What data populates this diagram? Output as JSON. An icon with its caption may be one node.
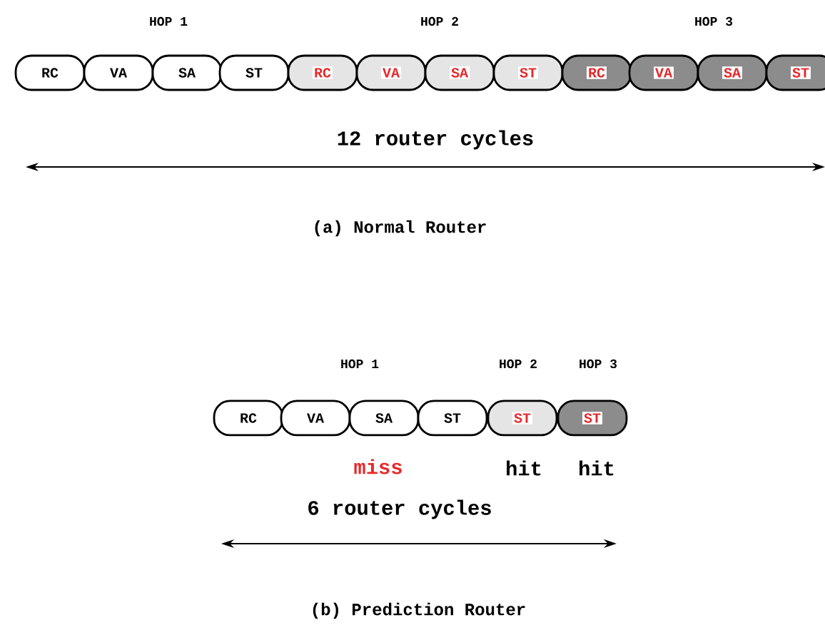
{
  "diagram": {
    "nodes": [
      {
        "text": [
          "RC"
        ]
      },
      {
        "text": [
          "VA"
        ]
      },
      {
        "text": [
          "SA"
        ]
      },
      {
        "text": [
          "ST"
        ]
      },
      {
        "text": [
          "RC"
        ]
      },
      {
        "text": [
          "VA"
        ]
      },
      {
        "text": [
          "SA"
        ]
      },
      {
        "text": [
          "ST"
        ]
      },
      {
        "text": [
          "RC"
        ]
      },
      {
        "text": [
          "VA"
        ]
      },
      {
        "text": [
          "SA"
        ]
      },
      {
        "text": [
          "ST"
        ]
      },
      {
        "text": [
          "RC"
        ]
      },
      {
        "text": [
          "VA"
        ]
      },
      {
        "text": [
          "SA"
        ]
      },
      {
        "text": [
          "ST"
        ]
      },
      {
        "text": [
          "ST"
        ]
      },
      {
        "text": [
          "ST"
        ]
      }
    ],
    "labels": [
      "HOP 1",
      "HOP 2",
      "HOP 3",
      "12 router cycles",
      "(a) Normal Router",
      "HOP 1",
      "HOP 2",
      "HOP 3",
      "miss",
      "hit",
      "hit",
      "6 router cycles",
      "(b) Prediction Router"
    ]
  }
}
